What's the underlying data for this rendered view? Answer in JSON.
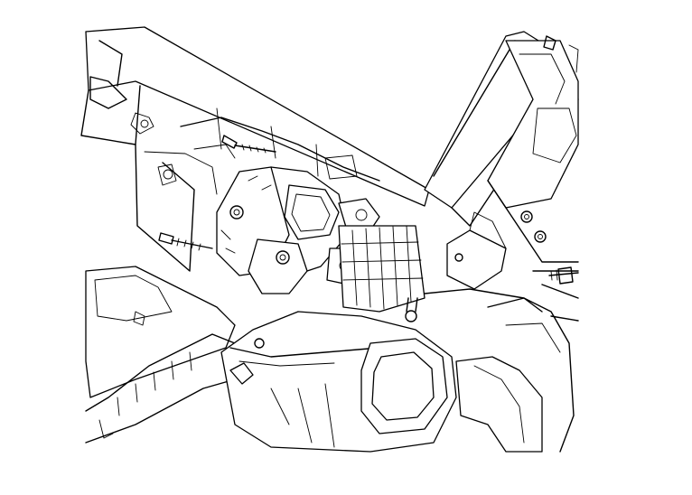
{
  "figure": {
    "background": "#ffffff",
    "line_color": "#000000",
    "parts": [
      {
        "id": "upper-housing",
        "icon": "dashboard-frame"
      },
      {
        "id": "diagonal-beam",
        "icon": "cross-beam"
      },
      {
        "id": "actuator",
        "icon": "mode-door-actuator"
      },
      {
        "id": "bolt-upper",
        "icon": "bolt"
      },
      {
        "id": "bolt-left",
        "icon": "bolt"
      },
      {
        "id": "bolt-right",
        "icon": "bolt"
      },
      {
        "id": "bracket-right",
        "icon": "mounting-bracket"
      },
      {
        "id": "duct-lower",
        "icon": "air-duct"
      },
      {
        "id": "hose-outlet",
        "icon": "heater-hose"
      },
      {
        "id": "left-module",
        "icon": "hvac-module"
      }
    ]
  }
}
